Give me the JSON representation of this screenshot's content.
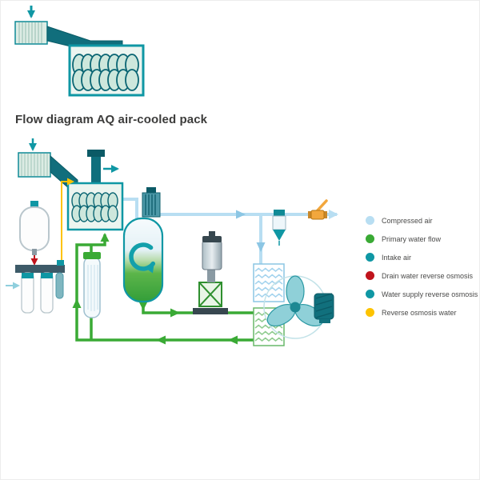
{
  "title": "Flow diagram AQ air-cooled pack",
  "legend": {
    "items": [
      {
        "label": "Compressed air",
        "color": "#b8def2"
      },
      {
        "label": "Primary water flow",
        "color": "#3aaa35"
      },
      {
        "label": "Intake air",
        "color": "#0f97a4"
      },
      {
        "label": "Drain water reverse osmosis",
        "color": "#c0131c"
      },
      {
        "label": "Water supply reverse osmosis",
        "color": "#0f97a4"
      },
      {
        "label": "Reverse osmosis water",
        "color": "#fdc300"
      }
    ]
  },
  "diagram": {
    "flow_colors": {
      "compressed_air": "#b8def2",
      "primary_water_flow": "#3aaa35",
      "intake_air": "#0f97a4",
      "drain_water_reverse_osmosis": "#c0131c",
      "water_supply_reverse_osmosis": "#0f97a4",
      "reverse_osmosis_water": "#fdc300"
    }
  }
}
